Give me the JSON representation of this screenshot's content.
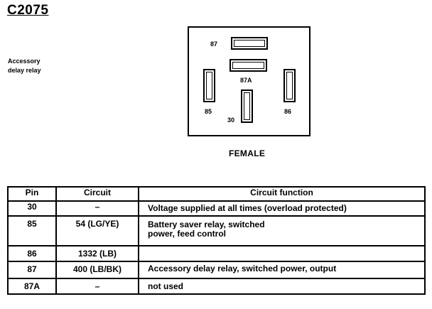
{
  "connector": {
    "id": "C2075",
    "description_line1": "Accessory",
    "description_line2": "delay relay",
    "view_label": "FEMALE",
    "terminals": {
      "t87": "87",
      "t87a": "87A",
      "t85": "85",
      "t30": "30",
      "t86": "86"
    }
  },
  "table": {
    "headers": {
      "pin": "Pin",
      "circuit": "Circuit",
      "function": "Circuit function"
    },
    "rows": [
      {
        "pin": "30",
        "circuit": "–",
        "function_line1": "Voltage supplied at all times (overload protected)",
        "function_line2": ""
      },
      {
        "pin": "85",
        "circuit": "54 (LG/YE)",
        "function_line1": "Battery saver relay, switched",
        "function_line2": "power, feed control"
      },
      {
        "pin": "86",
        "circuit": "1332 (LB)",
        "function_line1": "",
        "function_line2": ""
      },
      {
        "pin": "87",
        "circuit": "400 (LB/BK)",
        "function_line1": "Accessory delay relay, switched power, output",
        "function_line2": ""
      },
      {
        "pin": "87A",
        "circuit": "–",
        "function_line1": "not used",
        "function_line2": ""
      }
    ]
  }
}
